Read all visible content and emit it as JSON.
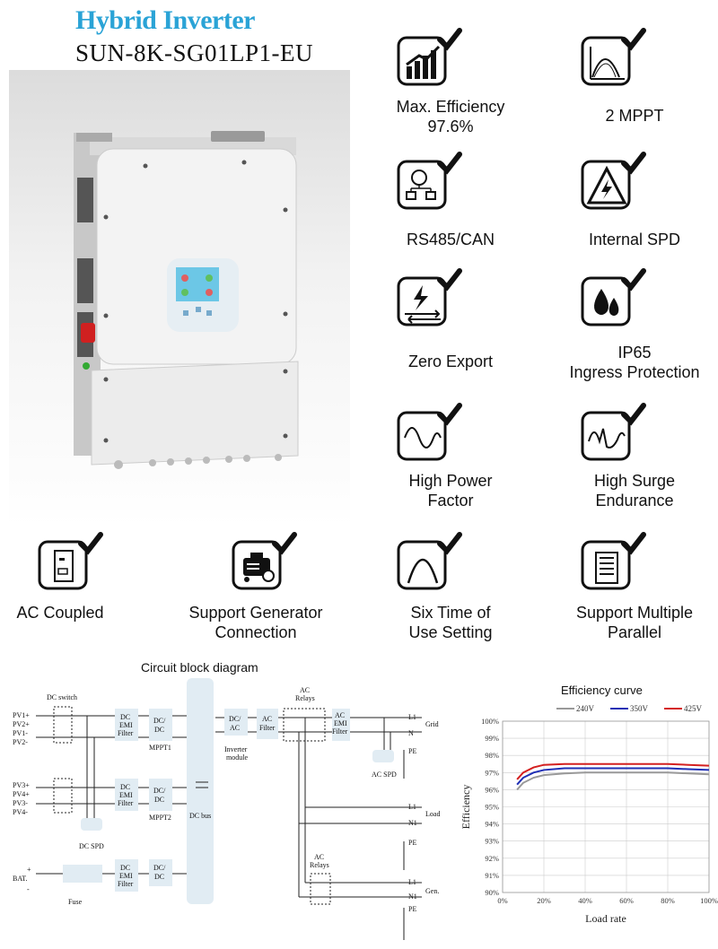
{
  "header": {
    "title": "Hybrid Inverter",
    "model": "SUN-8K-SG01LP1-EU"
  },
  "features": [
    {
      "icon": "efficiency-chart-icon",
      "lines": [
        "Max. Efficiency",
        "97.6%"
      ]
    },
    {
      "icon": "mppt-curve-icon",
      "lines": [
        "2 MPPT",
        ""
      ]
    },
    {
      "icon": "network-icon",
      "lines": [
        "RS485/CAN",
        ""
      ]
    },
    {
      "icon": "lightning-warning-icon",
      "lines": [
        "Internal SPD",
        ""
      ]
    },
    {
      "icon": "zero-export-icon",
      "lines": [
        "Zero Export",
        ""
      ]
    },
    {
      "icon": "water-drops-icon",
      "lines": [
        "IP65",
        "Ingress Protection"
      ]
    },
    {
      "icon": "sine-wave-icon",
      "lines": [
        "High Power",
        "Factor"
      ]
    },
    {
      "icon": "surge-wave-icon",
      "lines": [
        "High Surge",
        "Endurance"
      ]
    },
    {
      "icon": "ac-socket-icon",
      "lines": [
        "AC Coupled",
        ""
      ]
    },
    {
      "icon": "generator-icon",
      "lines": [
        "Support Generator",
        "Connection"
      ]
    },
    {
      "icon": "parabola-icon",
      "lines": [
        "Six Time of",
        "Use Setting"
      ]
    },
    {
      "icon": "parallel-units-icon",
      "lines": [
        "Support Multiple",
        "Parallel"
      ]
    }
  ],
  "circuit": {
    "title": "Circuit block diagram",
    "labels": {
      "dc_switch": "DC switch",
      "pv1p": "PV1+",
      "pv2p": "PV2+",
      "pv1m": "PV1-",
      "pv2m": "PV2-",
      "pv3p": "PV3+",
      "pv4p": "PV4+",
      "pv3m": "PV3-",
      "pv4m": "PV4-",
      "dc_spd": "DC SPD",
      "bat": "BAT.",
      "plus": "+",
      "minus": "-",
      "fuse": "Fuse",
      "dc": "DC",
      "emi": "EMI",
      "filter": "Filter",
      "dcdc1": "DC/",
      "dcdc2": "DC",
      "mppt1": "MPPT1",
      "mppt2": "MPPT2",
      "dc_bus": "DC bus",
      "dcac1": "DC/",
      "dcac2": "AC",
      "inverter": "Inverter",
      "module": "module",
      "ac": "AC",
      "ac_filter": "Filter",
      "ac_relays1": "AC",
      "ac_relays2": "Relays",
      "ac_emi_ac": "AC",
      "ac_emi_emi": "EMI",
      "ac_emi_filter": "Filter",
      "ac_spd": "AC SPD",
      "grid": "Grid",
      "load": "Load",
      "gen": "Gen.",
      "l1": "L1",
      "n": "N",
      "pe": "PE",
      "n1": "N1"
    }
  },
  "chart_data": {
    "type": "line",
    "title": "Efficiency curve",
    "xlabel": "Load rate",
    "ylabel": "Efficiency",
    "x_ticks": [
      "0%",
      "20%",
      "40%",
      "60%",
      "80%",
      "100%"
    ],
    "y_ticks": [
      "90%",
      "91%",
      "92%",
      "93%",
      "94%",
      "95%",
      "96%",
      "97%",
      "98%",
      "99%",
      "100%"
    ],
    "xlim": [
      0,
      100
    ],
    "ylim": [
      90,
      100
    ],
    "grid": true,
    "legend": "top",
    "x": [
      7,
      10,
      15,
      20,
      30,
      40,
      50,
      60,
      70,
      80,
      90,
      100
    ],
    "series": [
      {
        "name": "240V",
        "color": "#999999",
        "values": [
          96.0,
          96.4,
          96.7,
          96.85,
          96.95,
          97.0,
          97.0,
          97.0,
          97.0,
          97.0,
          96.95,
          96.9
        ]
      },
      {
        "name": "350V",
        "color": "#1f2fb5",
        "values": [
          96.3,
          96.7,
          97.0,
          97.15,
          97.25,
          97.25,
          97.25,
          97.25,
          97.25,
          97.25,
          97.2,
          97.15
        ]
      },
      {
        "name": "425V",
        "color": "#d42020",
        "values": [
          96.6,
          97.0,
          97.3,
          97.45,
          97.5,
          97.5,
          97.5,
          97.5,
          97.5,
          97.5,
          97.45,
          97.4
        ]
      }
    ]
  }
}
